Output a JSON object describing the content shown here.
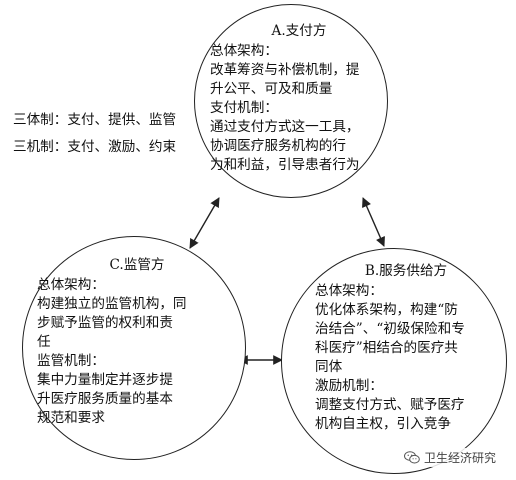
{
  "nodes": {
    "payer": {
      "title": "A.支付方",
      "lines": [
        "总体架构：",
        "改革筹资与补偿机制，提",
        "升公平、可及和质量",
        "支付机制：",
        "通过支付方式这一工具，",
        "协调医疗服务机构的行",
        "为和利益，引导患者行为"
      ]
    },
    "provider": {
      "title": "B.服务供给方",
      "lines": [
        "总体架构：",
        "优化体系架构，构建“防",
        "治结合”、“初级保险和专",
        "科医疗”相结合的医疗共",
        "同体",
        "激励机制：",
        "调整支付方式、赋予医疗",
        "机构自主权，引入竞争"
      ]
    },
    "regulator": {
      "title": "C.监管方",
      "lines": [
        "总体架构：",
        "构建独立的监管机构，同",
        "步赋予监管的权利和责",
        "任",
        "监管机制：",
        "集中力量制定并逐步提",
        "升医疗服务质量的基本",
        "规范和要求"
      ]
    }
  },
  "system_notes": [
    "三体制：支付、提供、监管",
    "三机制：支付、激励、约束"
  ],
  "watermark": {
    "text": "卫生经济研究",
    "icon": "wechat-icon"
  },
  "colors": {
    "stroke": "#222222",
    "text": "#111111"
  }
}
